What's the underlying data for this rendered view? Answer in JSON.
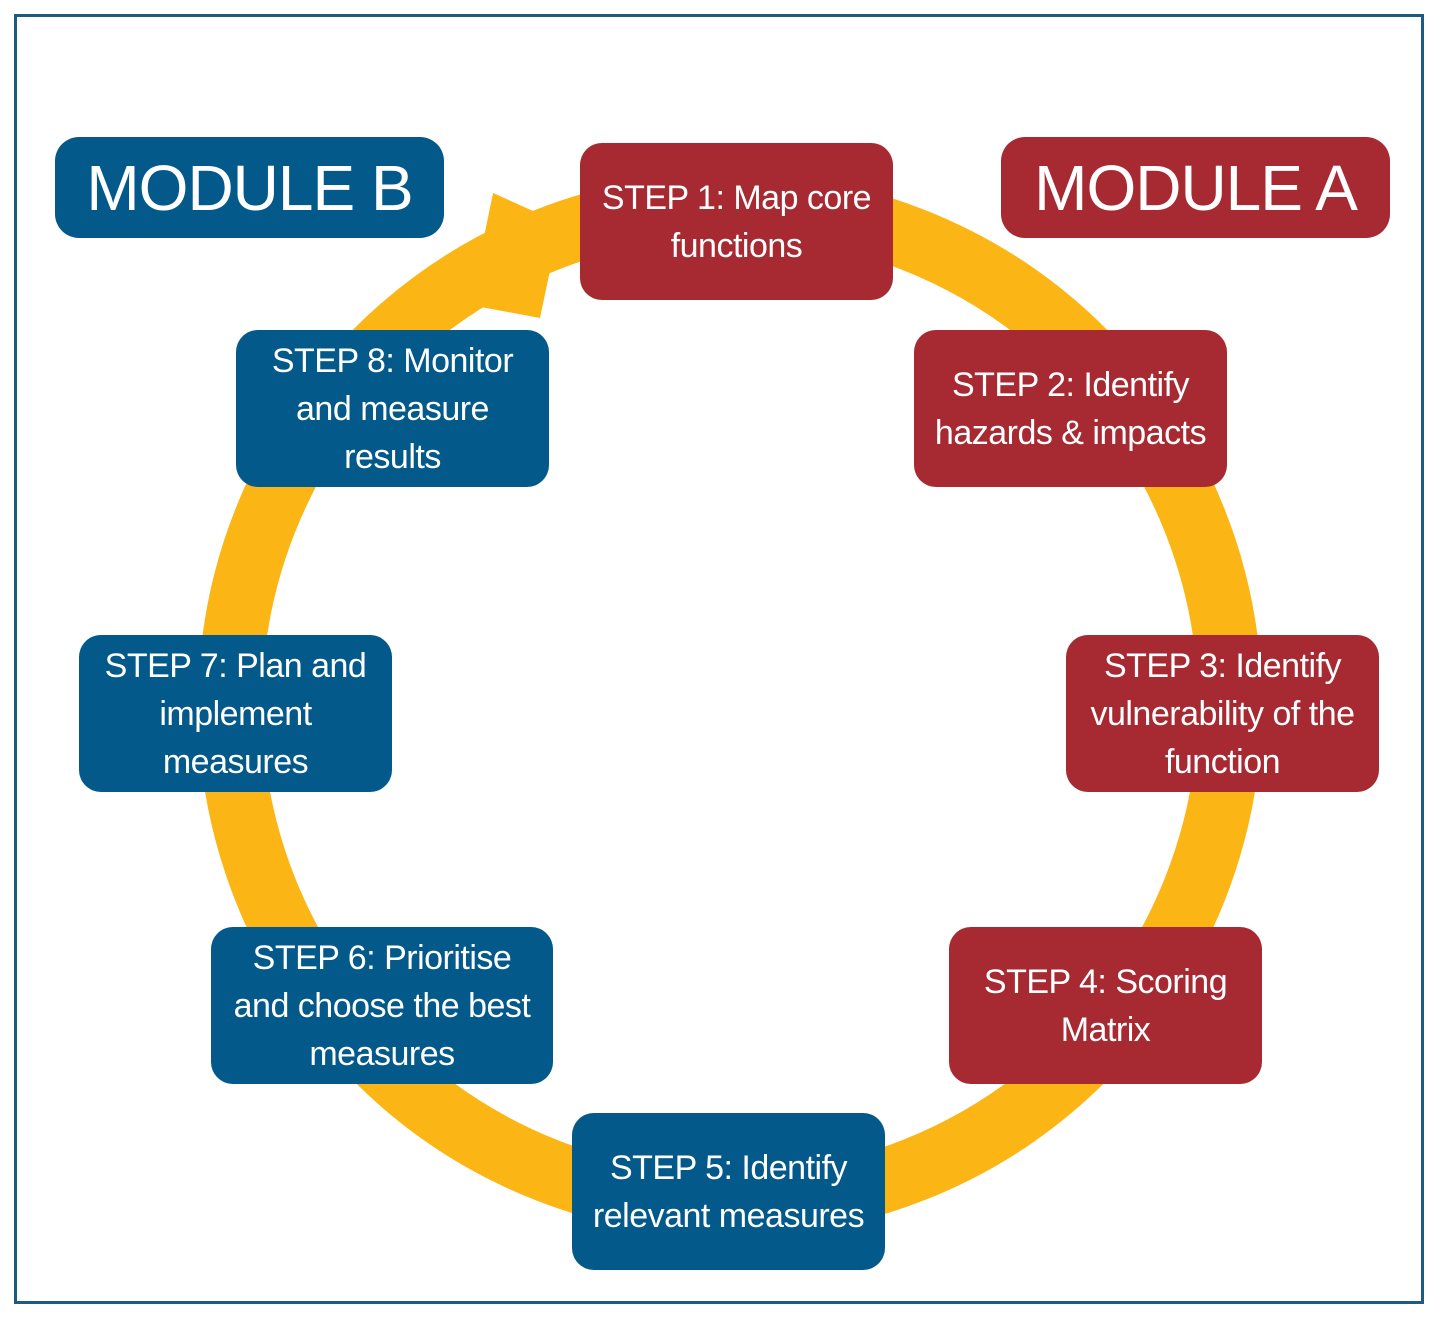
{
  "colors": {
    "module_a": "#a72a32",
    "module_b": "#03598a",
    "cycle_arrow": "#fbb615",
    "frame": "#1f5a85"
  },
  "modules": {
    "a": "MODULE A",
    "b": "MODULE B"
  },
  "steps": [
    {
      "label": "STEP 1: Map core functions",
      "module": "A"
    },
    {
      "label": "STEP 2: Identify hazards & impacts",
      "module": "A"
    },
    {
      "label": "STEP 3: Identify vulnerability of the function",
      "module": "A"
    },
    {
      "label": "STEP 4: Scoring Matrix",
      "module": "A"
    },
    {
      "label": "STEP 5: Identify relevant measures",
      "module": "B"
    },
    {
      "label": "STEP 6: Prioritise and choose the best measures",
      "module": "B"
    },
    {
      "label": "STEP 7: Plan and implement measures",
      "module": "B"
    },
    {
      "label": "STEP 8: Monitor and measure results",
      "module": "B"
    }
  ]
}
